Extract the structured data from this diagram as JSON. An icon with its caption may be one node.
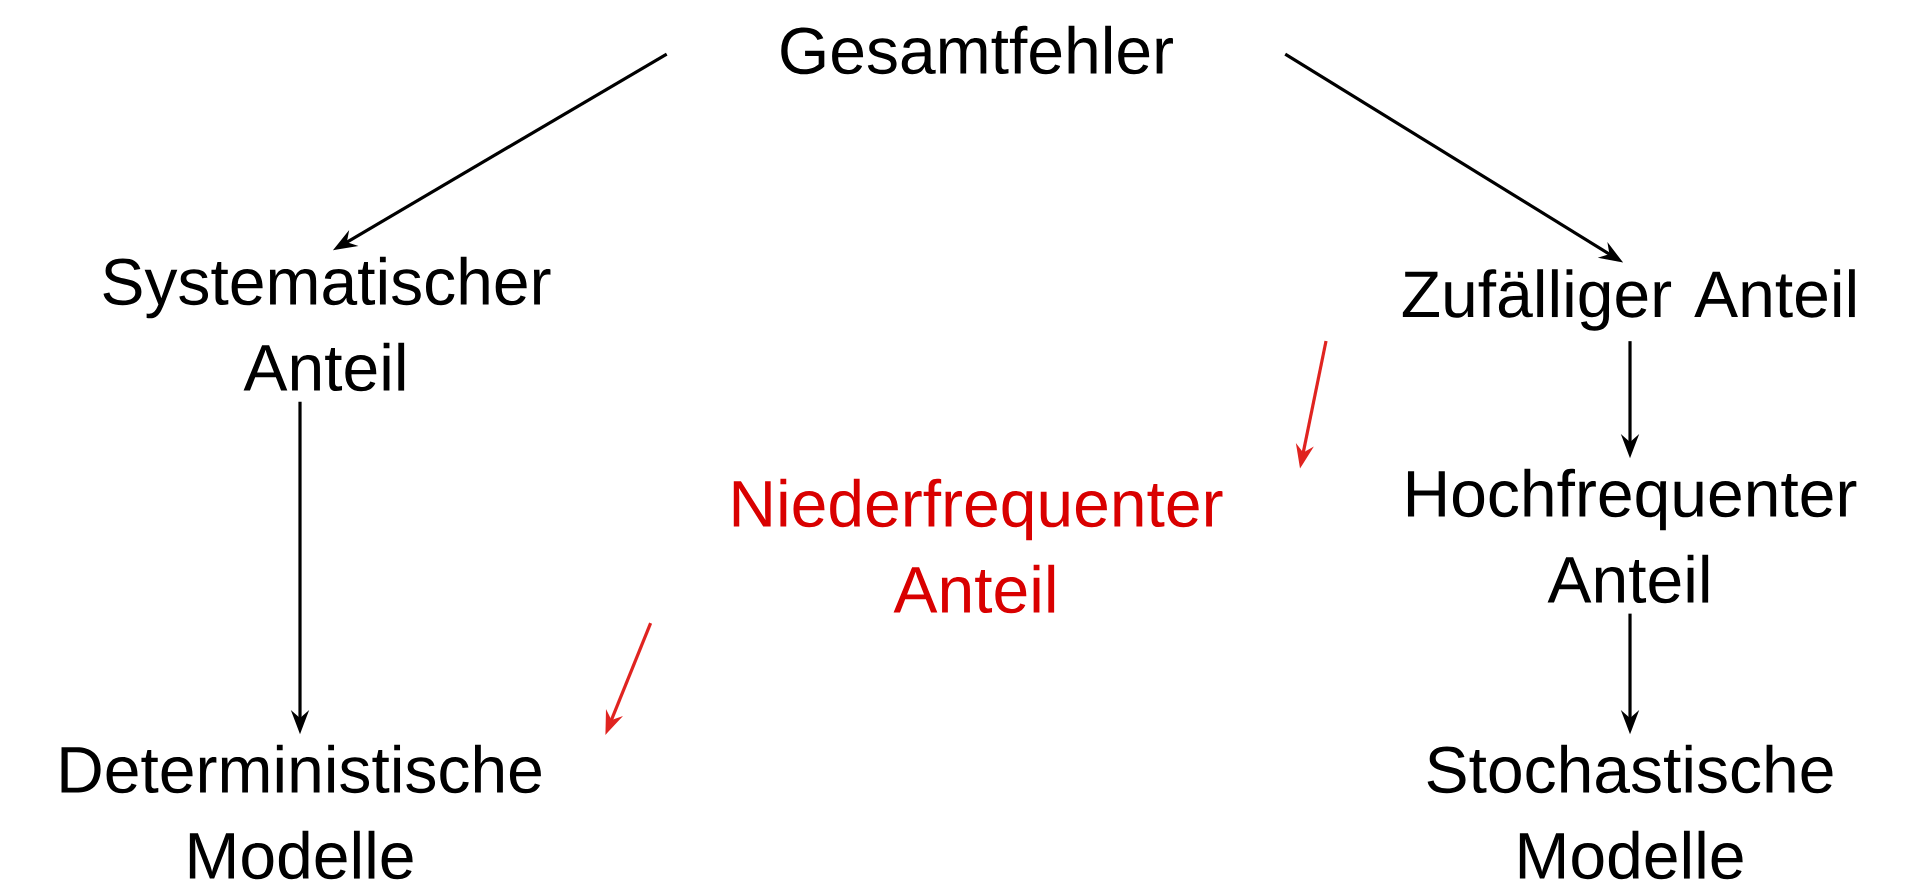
{
  "diagram": {
    "nodes": [
      {
        "text": [
          "Gesamtfehler"
        ]
      },
      {
        "text": [
          "Systematischer Anteil"
        ]
      },
      {
        "text": [
          "Zufälliger Anteil"
        ]
      },
      {
        "text": [
          "Niederfrequenter Anteil"
        ]
      },
      {
        "text": [
          "Hochfrequenter Anteil"
        ]
      },
      {
        "text": [
          "Deterministische Modelle"
        ]
      },
      {
        "text": [
          "Stochastische Modelle"
        ]
      }
    ],
    "edges": [
      {
        "from": 0,
        "to": 1,
        "arrow": "to"
      },
      {
        "from": 0,
        "to": 2,
        "arrow": "to"
      },
      {
        "from": 1,
        "to": 5,
        "arrow": "to"
      },
      {
        "from": 2,
        "to": 3,
        "arrow": "to",
        "color": "#e02420"
      },
      {
        "from": 3,
        "to": 5,
        "arrow": "to",
        "color": "#e02420"
      },
      {
        "from": 2,
        "to": 4,
        "arrow": "to"
      },
      {
        "from": 4,
        "to": 6,
        "arrow": "to"
      }
    ]
  }
}
